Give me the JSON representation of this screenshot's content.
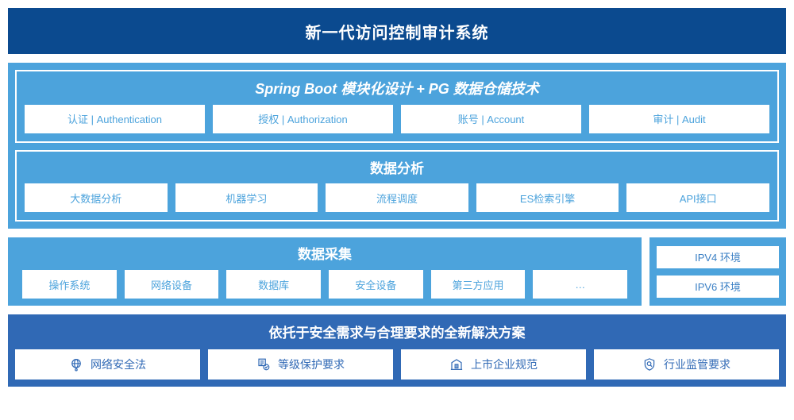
{
  "header": {
    "title": "新一代访问控制审计系统"
  },
  "sections": {
    "spring": {
      "title": "Spring Boot 模块化设计 + PG 数据仓储技术",
      "cards": [
        "认证 | Authentication",
        "授权 | Authorization",
        "账号 | Account",
        "审计 | Audit"
      ]
    },
    "analysis": {
      "title": "数据分析",
      "cards": [
        "大数据分析",
        "机器学习",
        "流程调度",
        "ES检索引擎",
        "API接口"
      ]
    },
    "collect": {
      "title": "数据采集",
      "cards": [
        "操作系统",
        "网络设备",
        "数据库",
        "安全设备",
        "第三方应用",
        "…"
      ]
    },
    "ipv": {
      "cards": [
        "IPV4 环境",
        "IPV6 环境"
      ]
    },
    "bottom": {
      "title": "依托于安全需求与合理要求的全新解决方案",
      "cards": [
        {
          "label": "网络安全法",
          "icon": "globe-icon"
        },
        {
          "label": "等级保护要求",
          "icon": "document-check-icon"
        },
        {
          "label": "上市企业规范",
          "icon": "bank-building-icon"
        },
        {
          "label": "行业监管要求",
          "icon": "shield-search-icon"
        }
      ]
    }
  },
  "colors": {
    "header_bg": "#0b4a8f",
    "panel_light": "#4ca3dc",
    "panel_mid": "#3069b5",
    "card_bg": "#ffffff"
  }
}
